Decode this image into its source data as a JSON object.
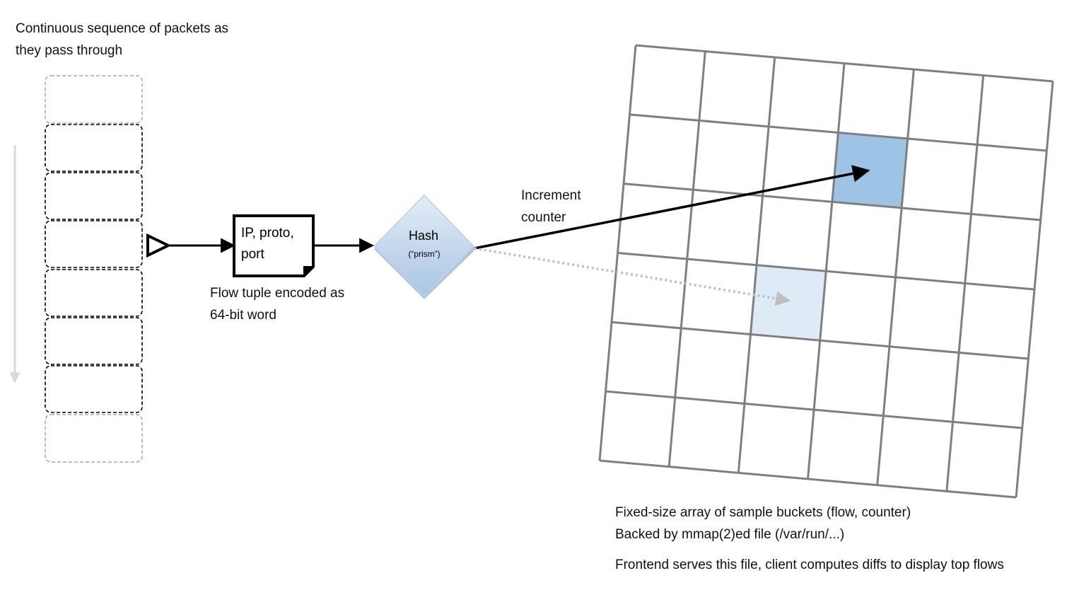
{
  "labels": {
    "packets_title_line1": "Continuous sequence of packets as",
    "packets_title_line2": "they pass through",
    "tuple_line1": "IP, proto,",
    "tuple_line2": "port",
    "tuple_caption_line1": "Flow tuple encoded as",
    "tuple_caption_line2": "64-bit word",
    "hash_title": "Hash",
    "hash_subtitle": "(“prism”)",
    "increment_line1": "Increment",
    "increment_line2": "counter",
    "array_caption_line1": "Fixed-size array of sample buckets (flow, counter)",
    "array_caption_line2": "Backed by mmap(2)ed file (/var/run/...)",
    "frontend_caption": "Frontend serves this file, client computes diffs to display top flows"
  },
  "colors": {
    "grid_line": "#7f7f7f",
    "highlight_cell": "#9dc3e6",
    "faint_cell": "#deebf7",
    "hash_fill_top": "#dae6f4",
    "hash_fill_bottom": "#a8c4e3",
    "arrow": "#000000",
    "dotted_arrow": "#bfbfbf",
    "scroll_arrow": "#d9d9d9"
  },
  "grid": {
    "rows": 6,
    "cols": 6,
    "highlight_cell": [
      1,
      3
    ],
    "faint_cell": [
      3,
      2
    ]
  },
  "packet_slots": 8
}
